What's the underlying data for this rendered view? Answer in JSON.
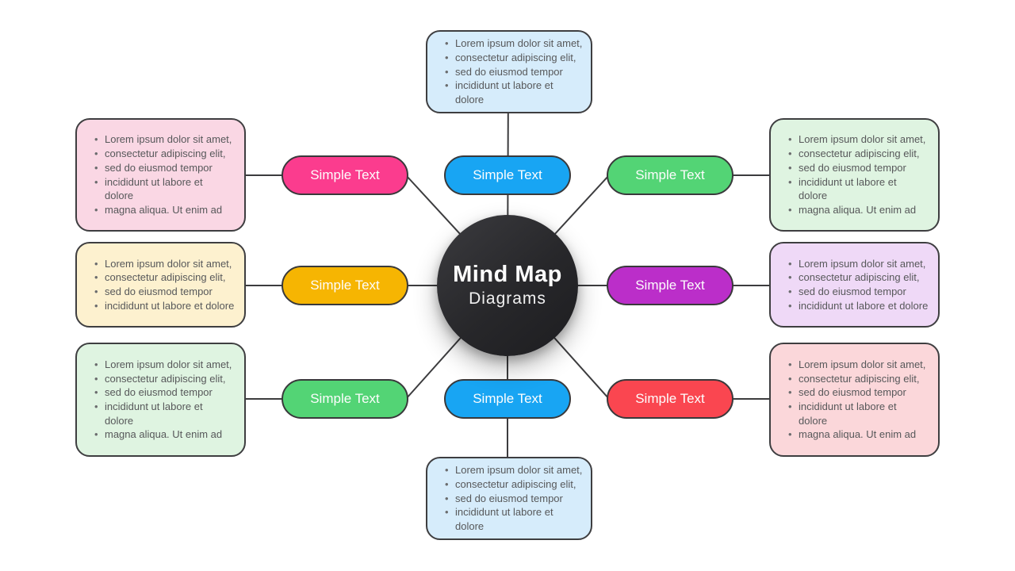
{
  "center": {
    "title": "Mind Map",
    "subtitle": "Diagrams",
    "color": "#2a2a2d"
  },
  "colors": {
    "connector": "#3c3c3e",
    "node_border": "#39393b",
    "box_border": "#3e3e40",
    "background": "#ffffff"
  },
  "branches": [
    {
      "name": "top",
      "label": "Simple Text",
      "pill_color": "#18a5f3",
      "box_color": "#d6ecfb",
      "bullets": [
        "Lorem ipsum dolor sit amet,",
        "consectetur adipiscing elit,",
        "sed do eiusmod tempor",
        "incididunt ut labore et dolore"
      ]
    },
    {
      "name": "right-top",
      "label": "Simple Text",
      "pill_color": "#53d475",
      "box_color": "#dff4e1",
      "bullets": [
        "Lorem ipsum dolor sit amet,",
        "consectetur adipiscing elit,",
        "sed do eiusmod tempor",
        "incididunt ut labore et\ndolore",
        "magna aliqua. Ut enim ad"
      ]
    },
    {
      "name": "right-middle",
      "label": "Simple Text",
      "pill_color": "#bb2ec9",
      "box_color": "#efd9f7",
      "bullets": [
        "Lorem ipsum dolor sit amet,",
        "consectetur adipiscing elit,",
        "sed do eiusmod tempor",
        "incididunt ut labore et dolore"
      ]
    },
    {
      "name": "right-bottom",
      "label": "Simple Text",
      "pill_color": "#fa4650",
      "box_color": "#fbd7da",
      "bullets": [
        "Lorem ipsum dolor sit amet,",
        "consectetur adipiscing elit,",
        "sed do eiusmod tempor",
        "incididunt ut labore et\ndolore",
        "magna aliqua. Ut enim ad"
      ]
    },
    {
      "name": "bottom",
      "label": "Simple Text",
      "pill_color": "#18a5f3",
      "box_color": "#d6ecfb",
      "bullets": [
        "Lorem ipsum dolor sit amet,",
        "consectetur adipiscing elit,",
        "sed do eiusmod tempor",
        "incididunt ut labore et dolore"
      ]
    },
    {
      "name": "left-bottom",
      "label": "Simple Text",
      "pill_color": "#53d475",
      "box_color": "#dff4e1",
      "bullets": [
        "Lorem ipsum dolor sit amet,",
        "consectetur adipiscing elit,",
        "sed do eiusmod tempor",
        "incididunt ut labore et\ndolore",
        "magna aliqua. Ut enim ad"
      ]
    },
    {
      "name": "left-middle",
      "label": "Simple Text",
      "pill_color": "#f6b502",
      "box_color": "#fdf1cf",
      "bullets": [
        "Lorem ipsum dolor sit amet,",
        "consectetur adipiscing elit,",
        "sed do eiusmod tempor",
        "incididunt ut labore et dolore"
      ]
    },
    {
      "name": "left-top",
      "label": "Simple Text",
      "pill_color": "#fb3c8e",
      "box_color": "#fad7e4",
      "bullets": [
        "Lorem ipsum dolor sit amet,",
        "consectetur adipiscing elit,",
        "sed do eiusmod tempor",
        "incididunt ut labore et\ndolore",
        "magna aliqua. Ut enim ad"
      ]
    }
  ]
}
